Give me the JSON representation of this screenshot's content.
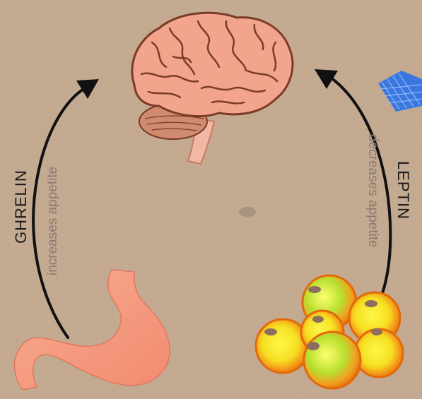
{
  "left_pathway": {
    "hormone": "GHRELIN",
    "effect": "increases appetite"
  },
  "right_pathway": {
    "hormone": "LEPTIN",
    "effect": "decreases appetite"
  },
  "nodes": {
    "brain_icon": "brain-icon",
    "stomach_icon": "stomach-icon",
    "fat_cells_icon": "fat-cells-icon"
  },
  "colors": {
    "background": "#c7ad93",
    "arrow": "#111111",
    "brain": "#f2a58c",
    "stomach": "#f59a7c",
    "fat_cell_outer": "#f07a10",
    "fat_cell_inner": "#f5e62a",
    "hormone_text": "#1a1a1a",
    "effect_text": "#8a7a72"
  }
}
